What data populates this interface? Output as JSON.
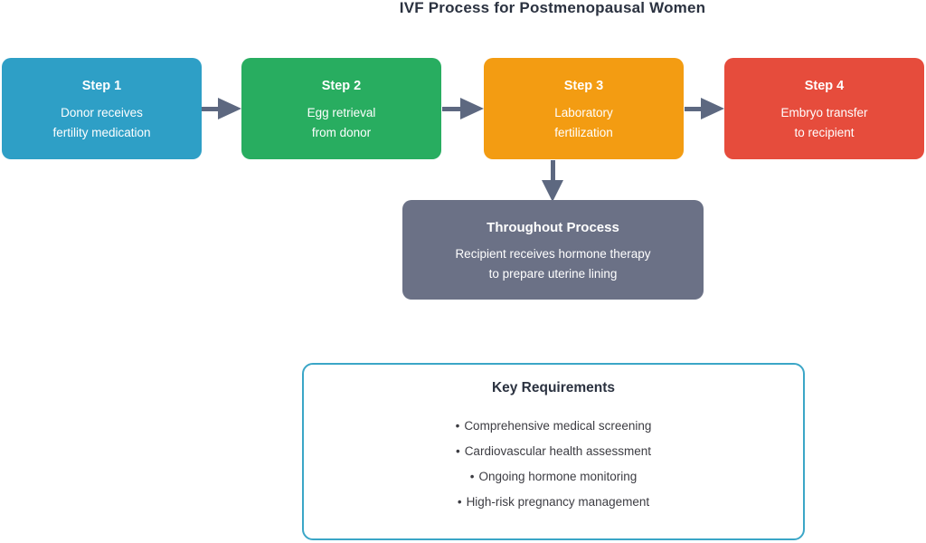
{
  "title": "IVF Process for Postmenopausal Women",
  "steps": [
    {
      "label": "Step 1",
      "line1": "Donor receives",
      "line2": "fertility medication",
      "color": "#2E9FC6"
    },
    {
      "label": "Step 2",
      "line1": "Egg retrieval",
      "line2": "from donor",
      "color": "#28AD60"
    },
    {
      "label": "Step 3",
      "line1": "Laboratory",
      "line2": "fertilization",
      "color": "#F39C12"
    },
    {
      "label": "Step 4",
      "line1": "Embryo transfer",
      "line2": "to recipient",
      "color": "#E64C3C"
    }
  ],
  "throughout": {
    "title": "Throughout Process",
    "line1": "Recipient receives hormone therapy",
    "line2": "to prepare uterine lining",
    "color": "#6B7186"
  },
  "requirements": {
    "title": "Key Requirements",
    "bullet": "•",
    "items": [
      "Comprehensive medical screening",
      "Cardiovascular health assessment",
      "Ongoing hormone monitoring",
      "High-risk pregnancy management"
    ],
    "border_color": "#3BA6C7"
  },
  "arrow_color": "#5D6880",
  "title_color": "#2B3240"
}
